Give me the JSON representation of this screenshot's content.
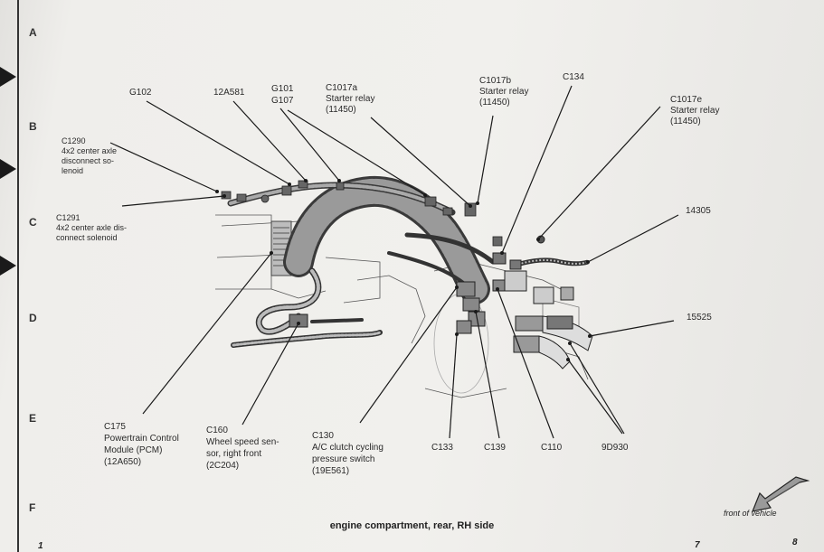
{
  "row_letters": [
    "A",
    "B",
    "C",
    "D",
    "E",
    "F"
  ],
  "labels": {
    "g102": "G102",
    "a12a581": "12A581",
    "g101": "G101",
    "g107": "G107",
    "c1017a": [
      "C1017a",
      "Starter relay",
      "(11450)"
    ],
    "c1017b": [
      "C1017b",
      "Starter relay",
      "(11450)"
    ],
    "c134": "C134",
    "c1017e": [
      "C1017e",
      "Starter relay",
      "(11450)"
    ],
    "c1290": [
      "C1290",
      "4x2 center axle",
      "disconnect so-",
      "lenoid"
    ],
    "c1291": [
      "C1291",
      "4x2 center axle dis-",
      "connect solenoid"
    ],
    "n14305": "14305",
    "n15525": "15525",
    "c175": [
      "C175",
      "Powertrain Control",
      "Module (PCM)",
      "(12A650)"
    ],
    "c160": [
      "C160",
      "Wheel speed sen-",
      "sor, right front",
      "(2C204)"
    ],
    "c130": [
      "C130",
      "A/C clutch cycling",
      "pressure switch",
      "(19E561)"
    ],
    "c133": "C133",
    "c139": "C139",
    "c110": "C110",
    "n9d930": "9D930"
  },
  "caption": "engine compartment, rear, RH side",
  "front_of_vehicle": "front of vehicle",
  "page_numbers": [
    "1",
    "7",
    "8"
  ]
}
